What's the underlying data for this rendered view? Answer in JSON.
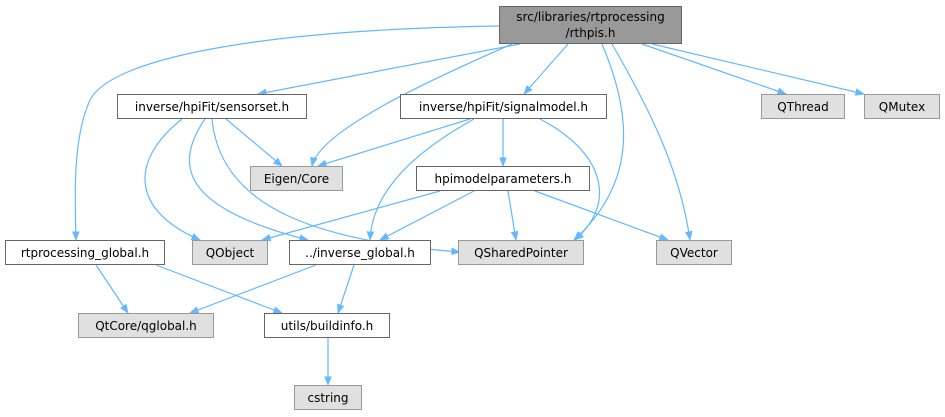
{
  "colors": {
    "edge": "#63b8ff",
    "root_fill": "#999999",
    "ext_fill": "#e0e0e0",
    "node_border": "#666666"
  },
  "nodes": {
    "root": {
      "line1": "src/libraries/rtprocessing",
      "line2": "/rthpis.h"
    },
    "sensorset": "inverse/hpiFit/sensorset.h",
    "signalmodel": "inverse/hpiFit/signalmodel.h",
    "qthread": "QThread",
    "qmutex": "QMutex",
    "eigen_core": "Eigen/Core",
    "hpimodelparameters": "hpimodelparameters.h",
    "rtprocessing_global": "rtprocessing_global.h",
    "qobject": "QObject",
    "inverse_global": "../inverse_global.h",
    "qsharedpointer": "QSharedPointer",
    "qvector": "QVector",
    "qtcore_qglobal": "QtCore/qglobal.h",
    "buildinfo": "utils/buildinfo.h",
    "cstring": "cstring"
  }
}
